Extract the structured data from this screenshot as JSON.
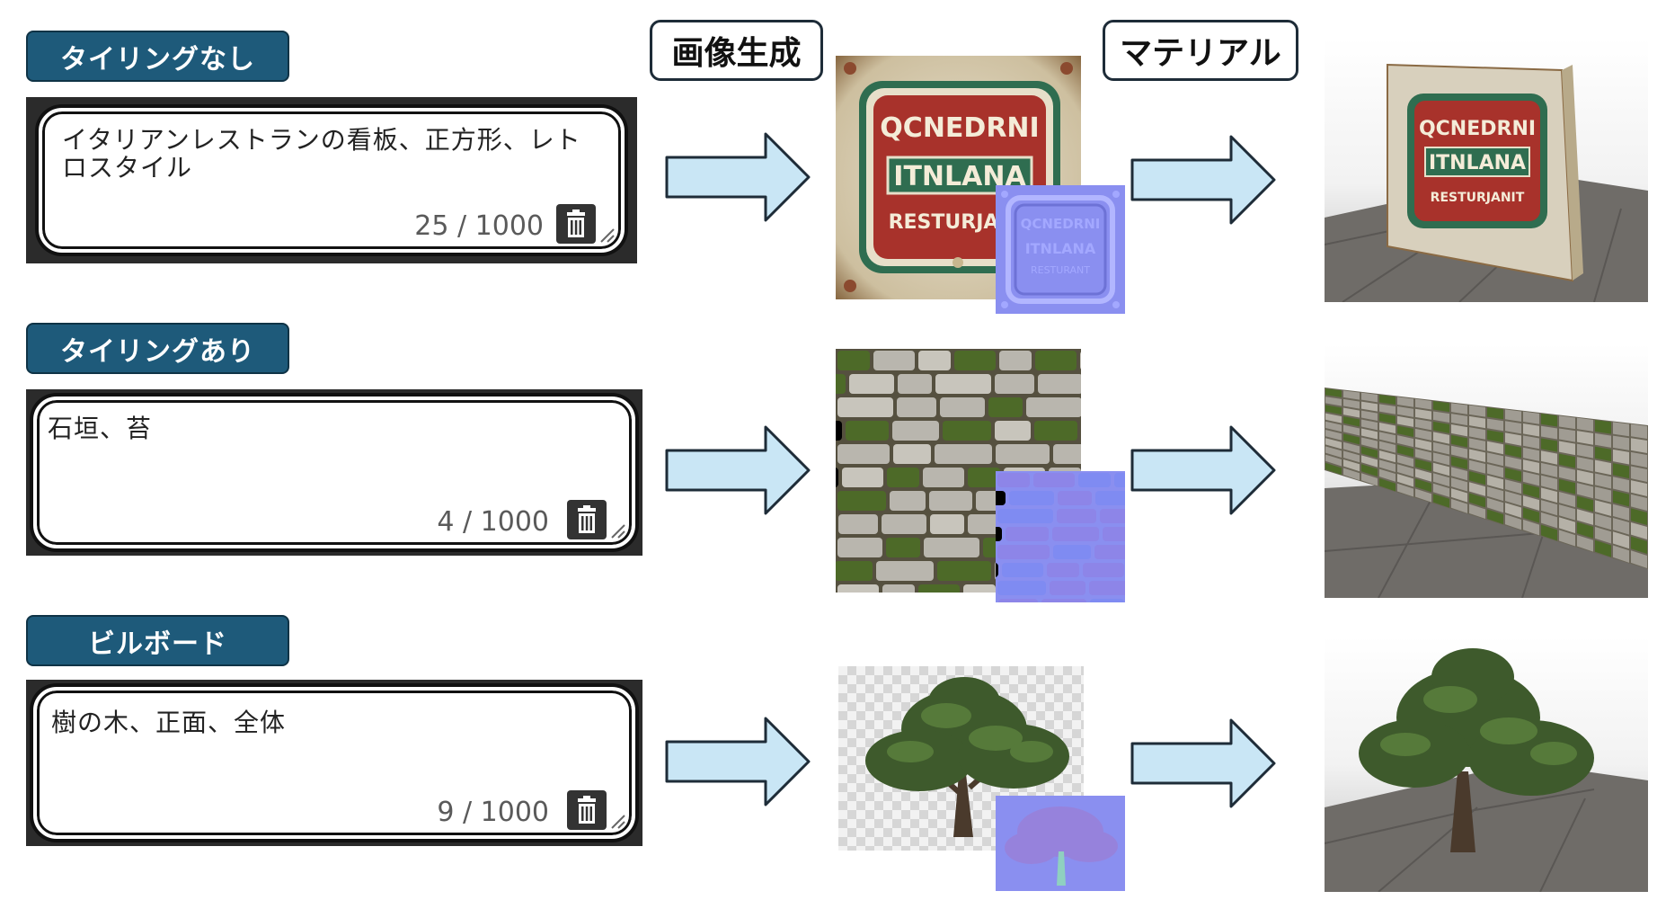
{
  "columns": {
    "generation": "画像生成",
    "material": "マテリアル"
  },
  "rows": [
    {
      "label": "タイリングなし",
      "prompt": "イタリアンレストランの看板、正方形、レトロスタイル",
      "counter": "25 / 1000",
      "sign_lines": [
        "QCNEDRNI",
        "ITNLANA",
        "RESTURJANIT"
      ],
      "sign_lines_generated": [
        "QCNEDRNI",
        "ITNLANA",
        "RESTURJA"
      ],
      "normal_map_lines": [
        "QCNEDRNI",
        "ITNLANA",
        "RESTURANT"
      ]
    },
    {
      "label": "タイリングあり",
      "prompt": "石垣、苔",
      "counter": "4 / 1000"
    },
    {
      "label": "ビルボード",
      "prompt": "樹の木、正面、全体",
      "counter": "9 / 1000"
    }
  ],
  "icons": {
    "trash": "trash-icon",
    "arrow": "right-arrow-icon",
    "grip": "resize-grip-icon"
  },
  "colors": {
    "label_bg": "#1e5a7a",
    "arrow_fill": "#c9e6f5",
    "arrow_stroke": "#1e2c38",
    "sign_red": "#a8322b",
    "sign_green": "#2f6d50",
    "normal_blue": "#8a8ff0"
  }
}
